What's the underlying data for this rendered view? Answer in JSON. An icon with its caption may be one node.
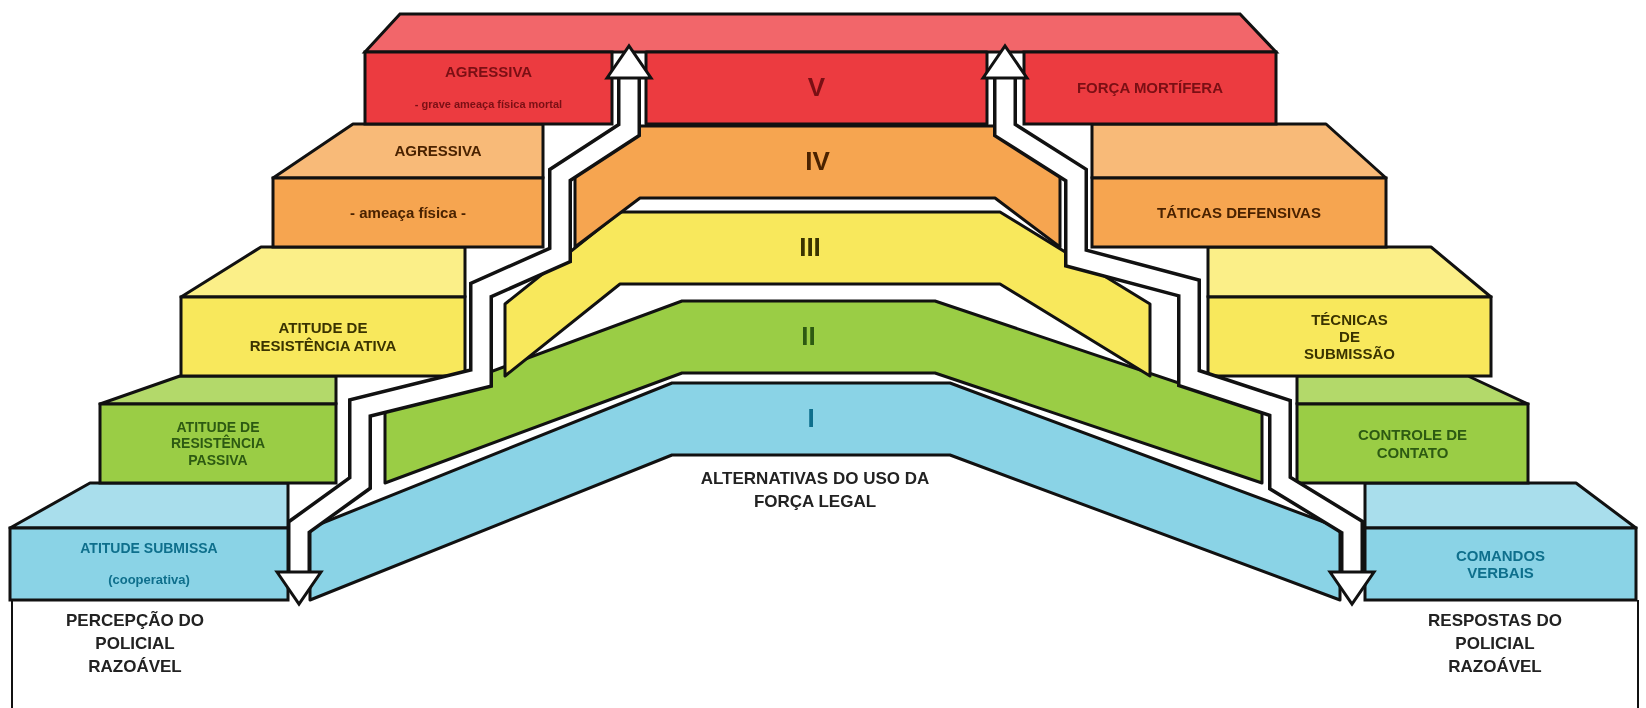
{
  "diagram": {
    "nodes": [
      {
        "text": [
          "AGRESSIVA",
          "- grave ameaça física mortal"
        ]
      },
      {
        "text": [
          "V"
        ]
      },
      {
        "text": [
          "FORÇA MORTÍFERA"
        ]
      },
      {
        "text": [
          "AGRESSIVA",
          "- ameaça física -"
        ]
      },
      {
        "text": [
          "IV"
        ]
      },
      {
        "text": [
          "TÁTICAS DEFENSIVAS"
        ]
      },
      {
        "text": [
          "ATITUDE DE RESISTÊNCIA ATIVA"
        ]
      },
      {
        "text": [
          "III"
        ]
      },
      {
        "text": [
          "TÉCNICAS DE SUBMISSÃO"
        ]
      },
      {
        "text": [
          "ATITUDE DE RESISTÊNCIA PASSIVA"
        ]
      },
      {
        "text": [
          "II"
        ]
      },
      {
        "text": [
          "CONTROLE DE CONTATO"
        ]
      },
      {
        "text": [
          "ATITUDE SUBMISSA",
          "(cooperativa)"
        ]
      },
      {
        "text": [
          "I"
        ]
      },
      {
        "text": [
          "COMANDOS VERBAIS"
        ]
      }
    ],
    "edges": [
      {
        "from": 12,
        "to": 0,
        "arrow": "both"
      },
      {
        "from": 14,
        "to": 2,
        "arrow": "both"
      }
    ],
    "labels": [
      "ALTERNATIVAS DO USO DA FORÇA LEGAL",
      "PERCEPÇÃO DO POLICIAL RAZOÁVEL",
      "RESPOSTAS DO POLICIAL RAZOÁVEL"
    ]
  }
}
